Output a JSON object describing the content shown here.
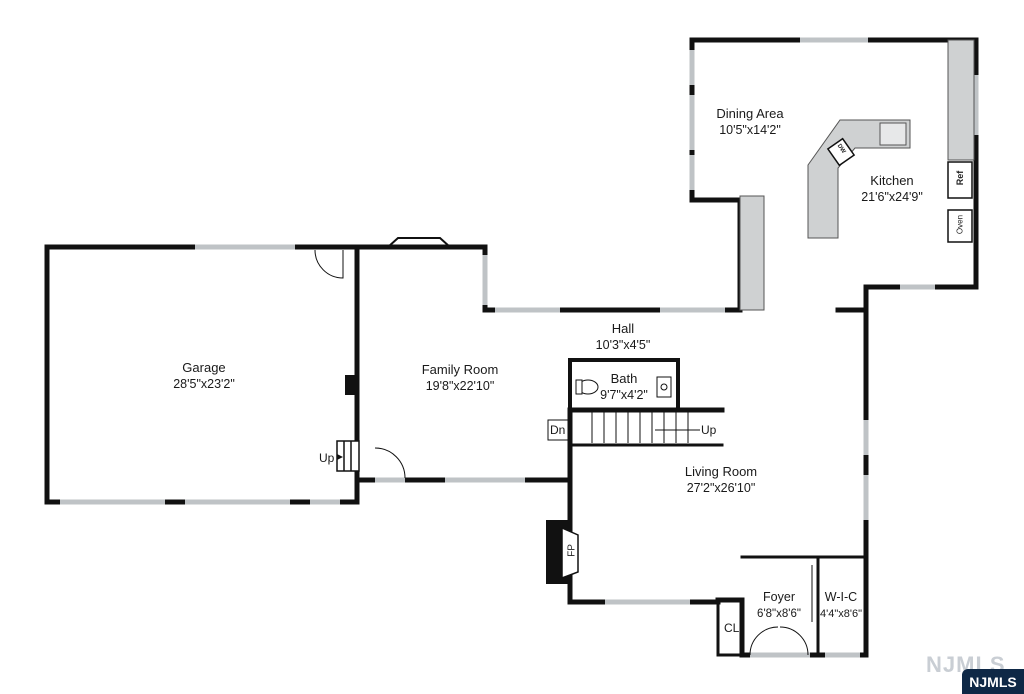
{
  "rooms": {
    "dining": {
      "name": "Dining Area",
      "dims": "10'5\"x14'2\""
    },
    "kitchen": {
      "name": "Kitchen",
      "dims": "21'6\"x24'9\""
    },
    "garage": {
      "name": "Garage",
      "dims": "28'5\"x23'2\""
    },
    "family": {
      "name": "Family Room",
      "dims": "19'8\"x22'10\""
    },
    "hall": {
      "name": "Hall",
      "dims": "10'3\"x4'5\""
    },
    "bath": {
      "name": "Bath",
      "dims": "9'7\"x4'2\""
    },
    "living": {
      "name": "Living Room",
      "dims": "27'2\"x26'10\""
    },
    "foyer": {
      "name": "Foyer",
      "dims": "6'8\"x8'6\""
    },
    "wic": {
      "name": "W-I-C",
      "dims": "4'4\"x8'6\""
    }
  },
  "labels": {
    "ref": "Ref",
    "oven": "Oven",
    "dw": "DW",
    "fp": "FP",
    "cl": "CL",
    "up_garage": "Up",
    "up_stairs": "Up",
    "dn": "Dn"
  },
  "brand": {
    "badge": "NJMLS",
    "watermark": "NJMLS"
  },
  "colors": {
    "wall": "#111111",
    "window": "#bfc3c6",
    "counter": "#cfd1d2"
  }
}
